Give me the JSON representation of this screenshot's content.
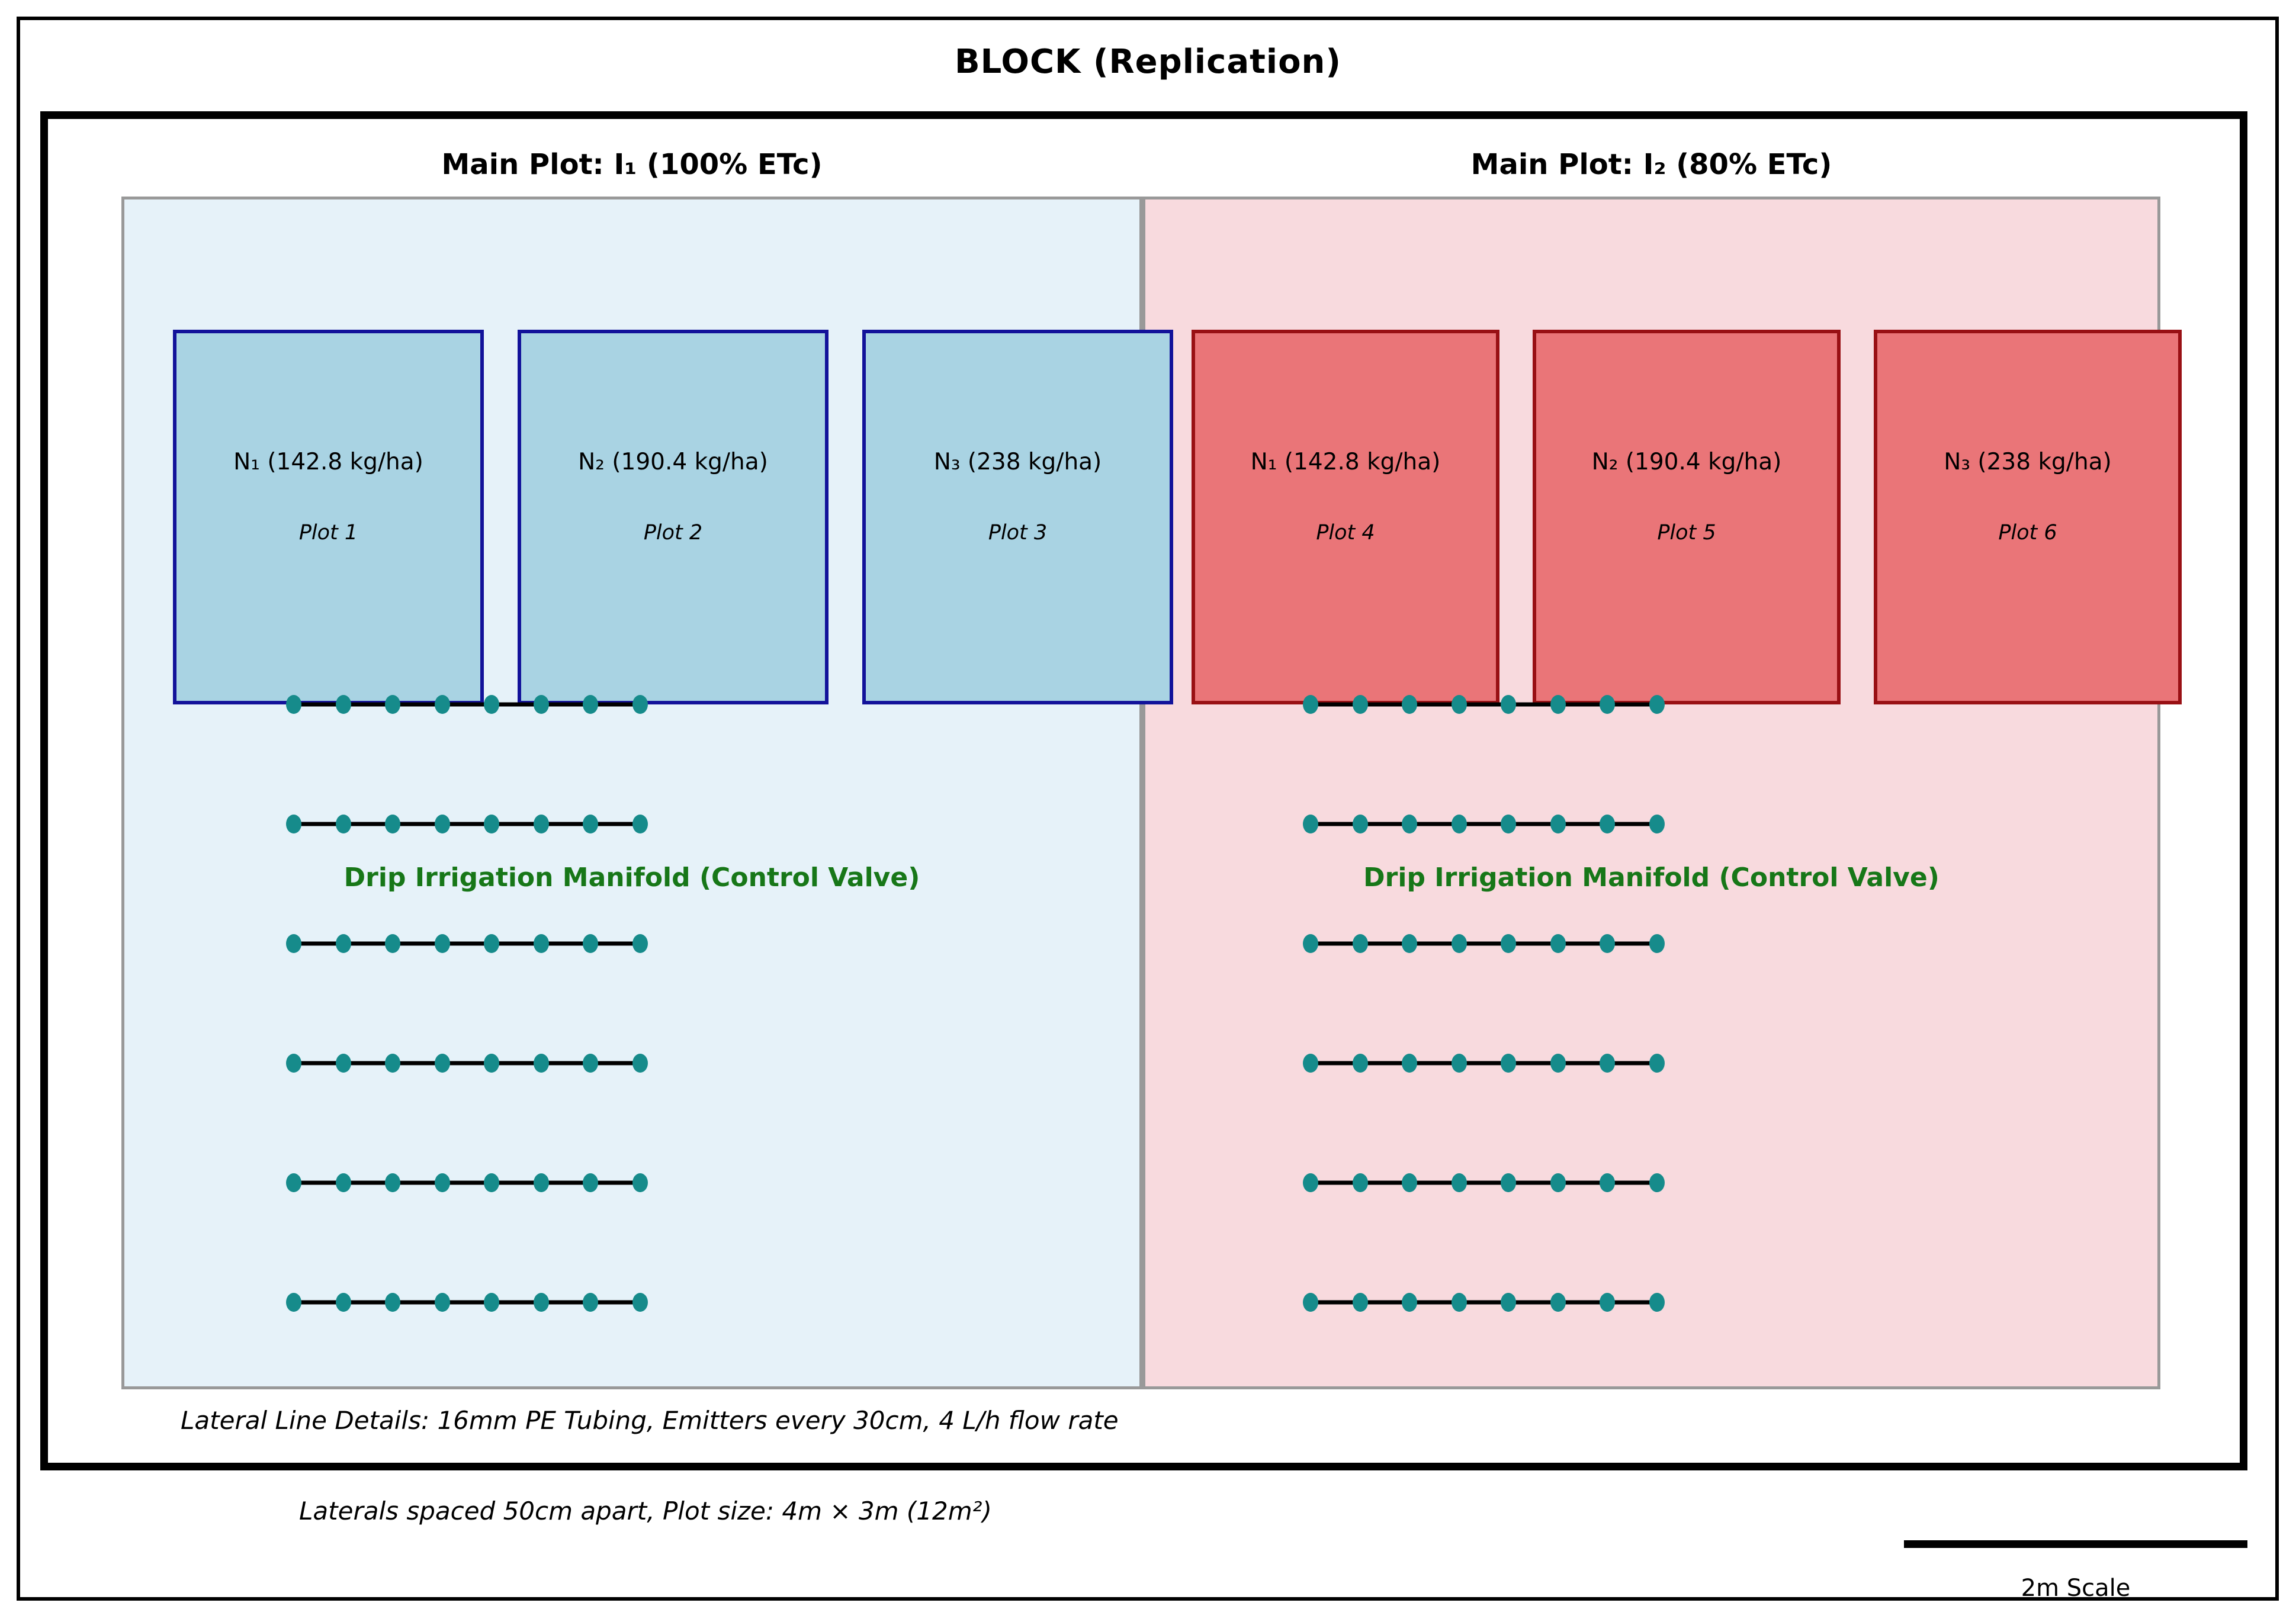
{
  "title": "BLOCK (Replication)",
  "main_plots": [
    {
      "id": "I1",
      "header": "Main Plot: I₁ (100% ETc)",
      "manifold_label": "Drip Irrigation Manifold (Control Valve)",
      "subplots": [
        {
          "treatment": "N₁ (142.8 kg/ha)",
          "name": "Plot 1"
        },
        {
          "treatment": "N₂ (190.4 kg/ha)",
          "name": "Plot 2"
        },
        {
          "treatment": "N₃ (238 kg/ha)",
          "name": "Plot 3"
        }
      ]
    },
    {
      "id": "I2",
      "header": "Main Plot: I₂ (80% ETc)",
      "manifold_label": "Drip Irrigation Manifold (Control Valve)",
      "subplots": [
        {
          "treatment": "N₁ (142.8 kg/ha)",
          "name": "Plot 4"
        },
        {
          "treatment": "N₂ (190.4 kg/ha)",
          "name": "Plot 5"
        },
        {
          "treatment": "N₃ (238 kg/ha)",
          "name": "Plot 6"
        }
      ]
    }
  ],
  "irrigation": {
    "laterals_per_main_plot": 6,
    "emitters_per_lateral": 8
  },
  "notes": {
    "lateral_details": "Lateral Line Details: 16mm PE Tubing, Emitters every 30cm, 4 L/h flow rate",
    "spacing": "Laterals spaced 50cm apart, Plot size: 4m × 3m (12m²)"
  },
  "scale": {
    "label": "2m Scale"
  },
  "colors": {
    "i1-region": "#e6f2f9",
    "i1-subplot": "#a9d3e3",
    "i1-border": "#12129a",
    "i2-region": "#f8dade",
    "i2-subplot": "#ea7578",
    "i2-border": "#991014",
    "emitter": "#168b8b",
    "manifold-text": "#177718",
    "region-border": "#999999"
  }
}
